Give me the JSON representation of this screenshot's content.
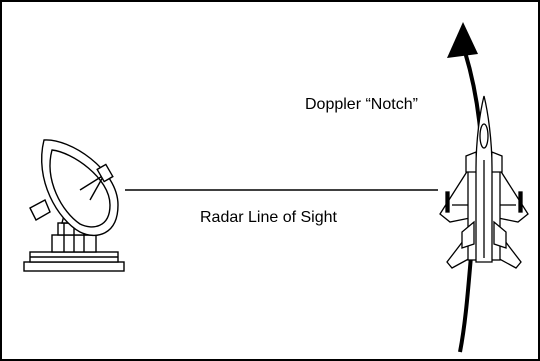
{
  "labels": {
    "doppler_notch": "Doppler “Notch”",
    "radar_line_of_sight": "Radar Line of Sight"
  },
  "icons": {
    "radar": "radar-dish-icon",
    "aircraft": "fighter-jet-icon",
    "flight_path": "curved-arrow"
  },
  "colors": {
    "stroke": "#000000",
    "background": "#ffffff"
  }
}
